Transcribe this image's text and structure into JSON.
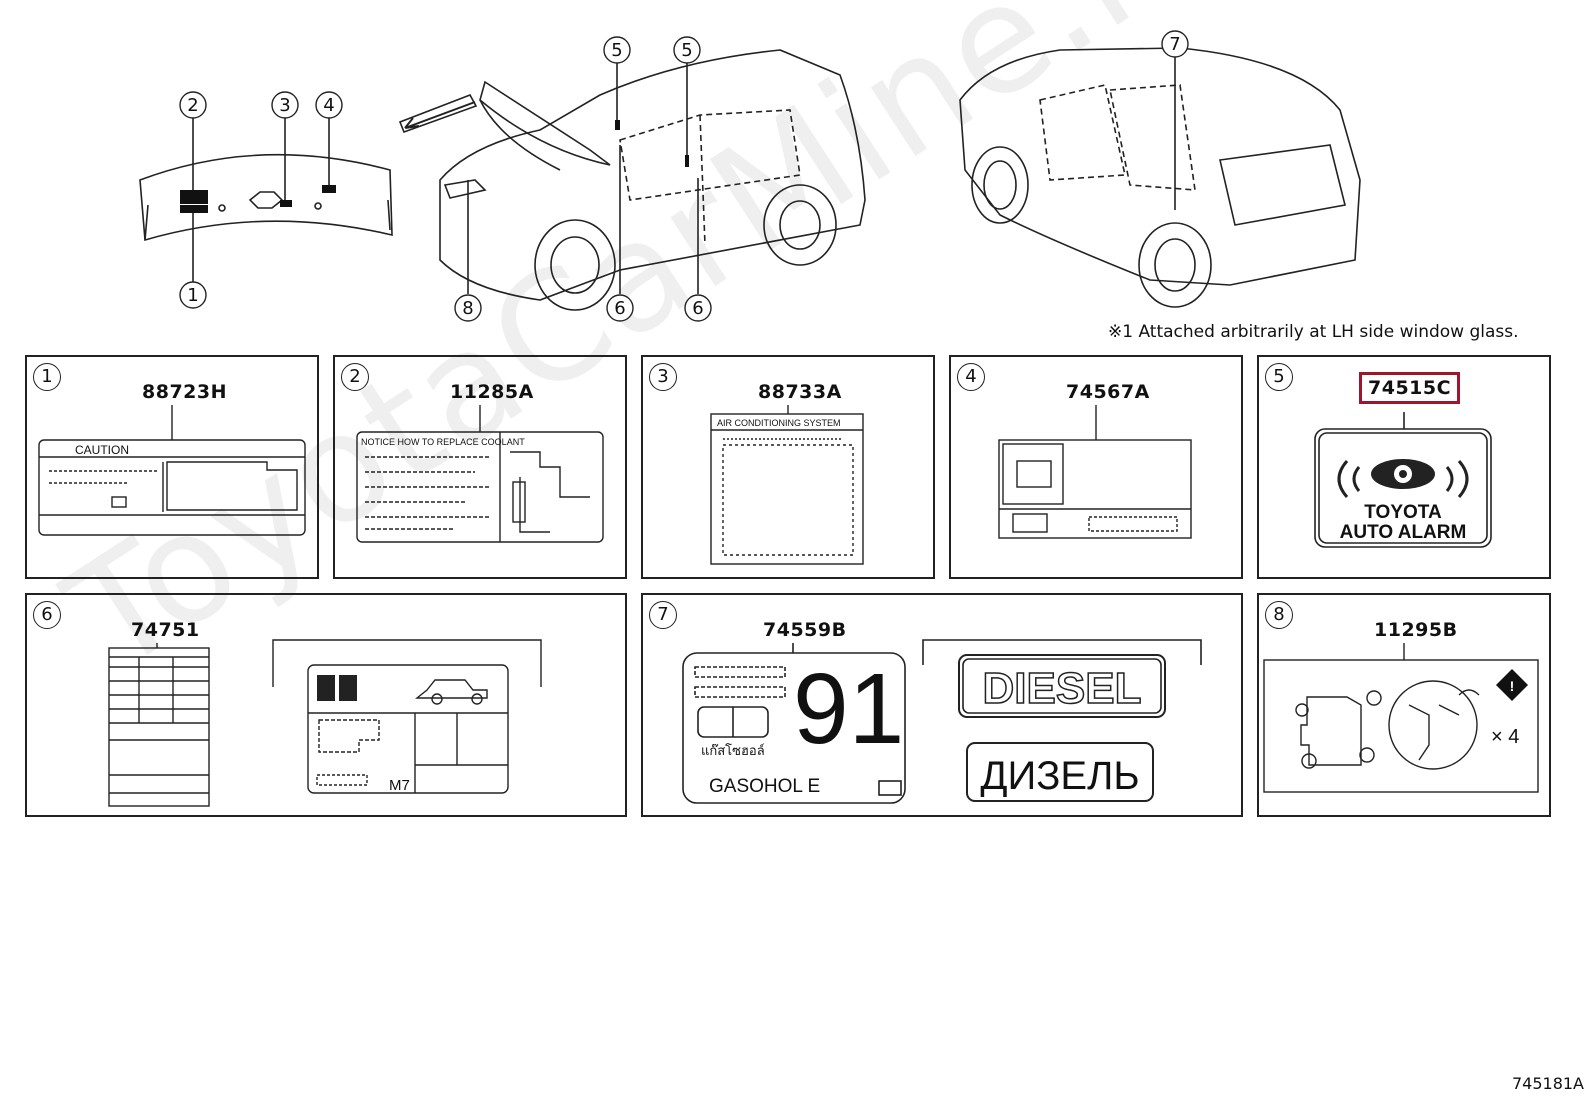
{
  "watermark": "ToyotaCarMine.ru",
  "note": "※1  Attached arbitrarily at LH side window glass.",
  "figure_id": "745181A",
  "callouts": {
    "c1": "1",
    "c2": "2",
    "c3": "3",
    "c4": "4",
    "c5a": "5",
    "c5b": "5",
    "c6a": "6",
    "c6b": "6",
    "c7": "7",
    "c8": "8"
  },
  "panels": [
    {
      "num": "1",
      "part": "88723H",
      "label_text": "CAUTION"
    },
    {
      "num": "2",
      "part": "11285A",
      "label_text": "NOTICE  HOW TO REPLACE COOLANT"
    },
    {
      "num": "3",
      "part": "88733A",
      "label_text": "AIR CONDITIONING SYSTEM"
    },
    {
      "num": "4",
      "part": "74567A"
    },
    {
      "num": "5",
      "part": "74515C",
      "label_text_1": "TOYOTA",
      "label_text_2": "AUTO ALARM"
    },
    {
      "num": "6",
      "part": "74751",
      "label_text": "M7"
    },
    {
      "num": "7",
      "part": "74559B",
      "octane": "91",
      "fuel_text": "GASOHOL  E",
      "thai": "แก๊สโซฮอล์",
      "diesel": "DIESEL",
      "diesel_ru": "ДИЗЕЛЬ"
    },
    {
      "num": "8",
      "part": "11295B",
      "label_text": "× 4"
    }
  ]
}
